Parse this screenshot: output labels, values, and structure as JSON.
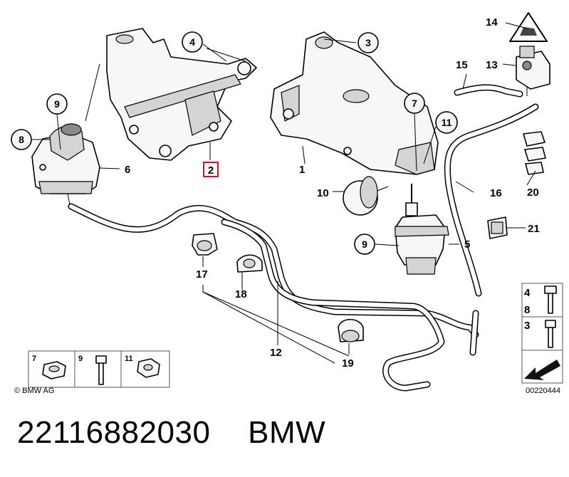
{
  "callouts": {
    "c1": "1",
    "c2": "2",
    "c3": "3",
    "c4": "4",
    "c5": "5",
    "c6": "6",
    "c7": "7",
    "c8": "8",
    "c9a": "9",
    "c9b": "9",
    "c10": "10",
    "c11": "11",
    "c12": "12",
    "c13": "13",
    "c14": "14",
    "c15": "15",
    "c16": "16",
    "c17": "17",
    "c18": "18",
    "c19": "19",
    "c20": "20",
    "c21": "21"
  },
  "fastener_box": {
    "l7": "7",
    "l9": "9",
    "l11": "11"
  },
  "bolt_box": {
    "l4": "4",
    "l8": "8",
    "l3": "3"
  },
  "copyright": "© BMW AG",
  "image_number": "00220444",
  "footer": {
    "part_number": "22116882030",
    "brand": "BMW"
  }
}
